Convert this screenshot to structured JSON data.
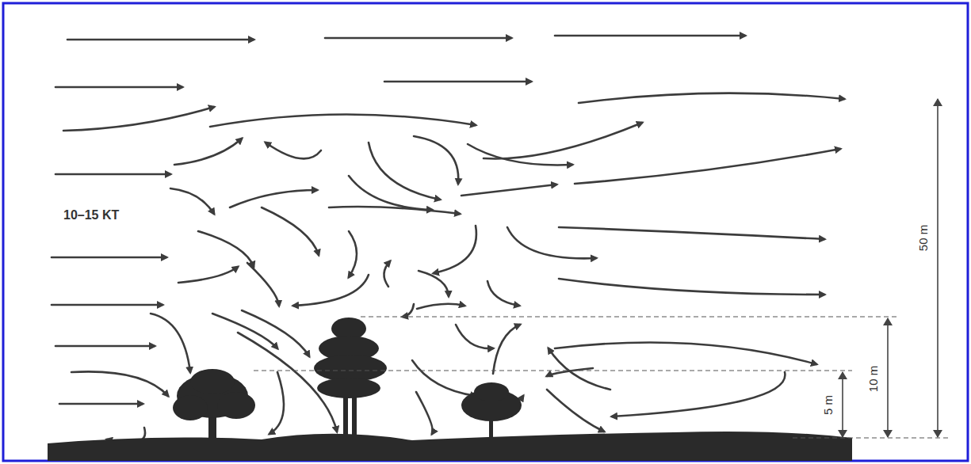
{
  "diagram": {
    "labels": [
      "10–15 KT",
      "50 m",
      "10 m",
      "5 m"
    ]
  }
}
